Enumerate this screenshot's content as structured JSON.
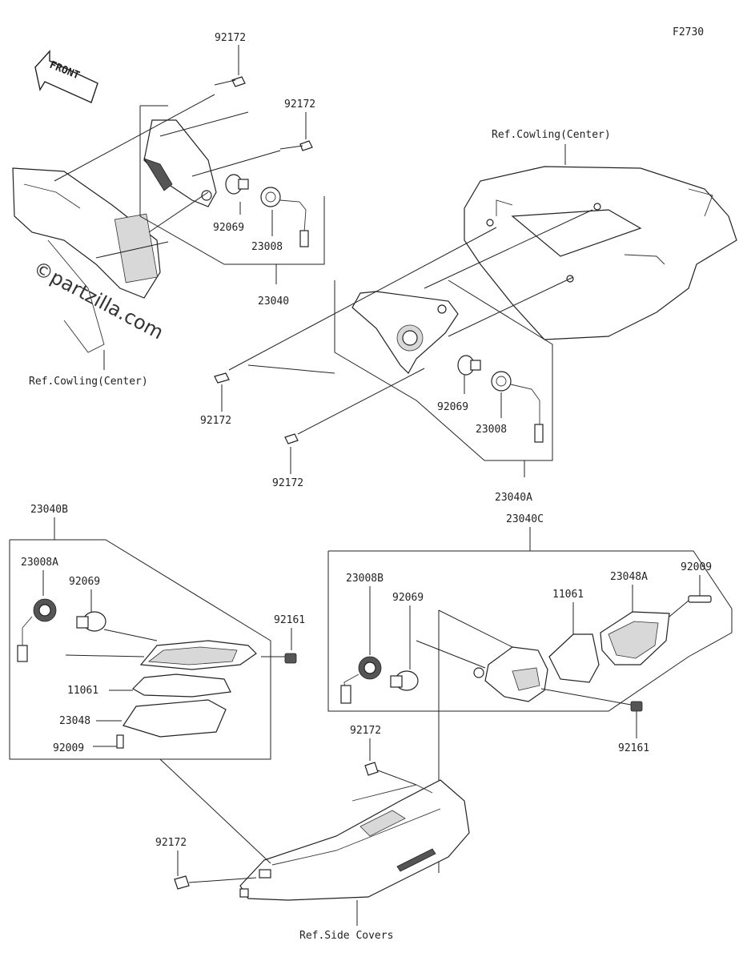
{
  "diagram_id": "F2730",
  "watermark": "©partzilla.com",
  "front_arrow": "FRONT",
  "labels": {
    "l_92172_a": "92172",
    "l_92172_b": "92172",
    "l_92069_a": "92069",
    "l_23008_a": "23008",
    "l_23040": "23040",
    "l_ref_cowl_left": "Ref.Cowling(Center)",
    "l_ref_cowl_right": "Ref.Cowling(Center)",
    "l_92172_c": "92172",
    "l_92172_d": "92172",
    "l_92069_b": "92069",
    "l_23008_b": "23008",
    "l_23040A": "23040A",
    "l_23040B": "23040B",
    "l_23008A": "23008A",
    "l_92069_c": "92069",
    "l_92161_a": "92161",
    "l_11061_a": "11061",
    "l_23048": "23048",
    "l_92009_a": "92009",
    "l_23040C": "23040C",
    "l_23008B": "23008B",
    "l_92069_d": "92069",
    "l_11061_b": "11061",
    "l_23048A": "23048A",
    "l_92009_b": "92009",
    "l_92161_b": "92161",
    "l_92172_e": "92172",
    "l_92172_f": "92172",
    "l_ref_side_covers": "Ref.Side Covers"
  }
}
